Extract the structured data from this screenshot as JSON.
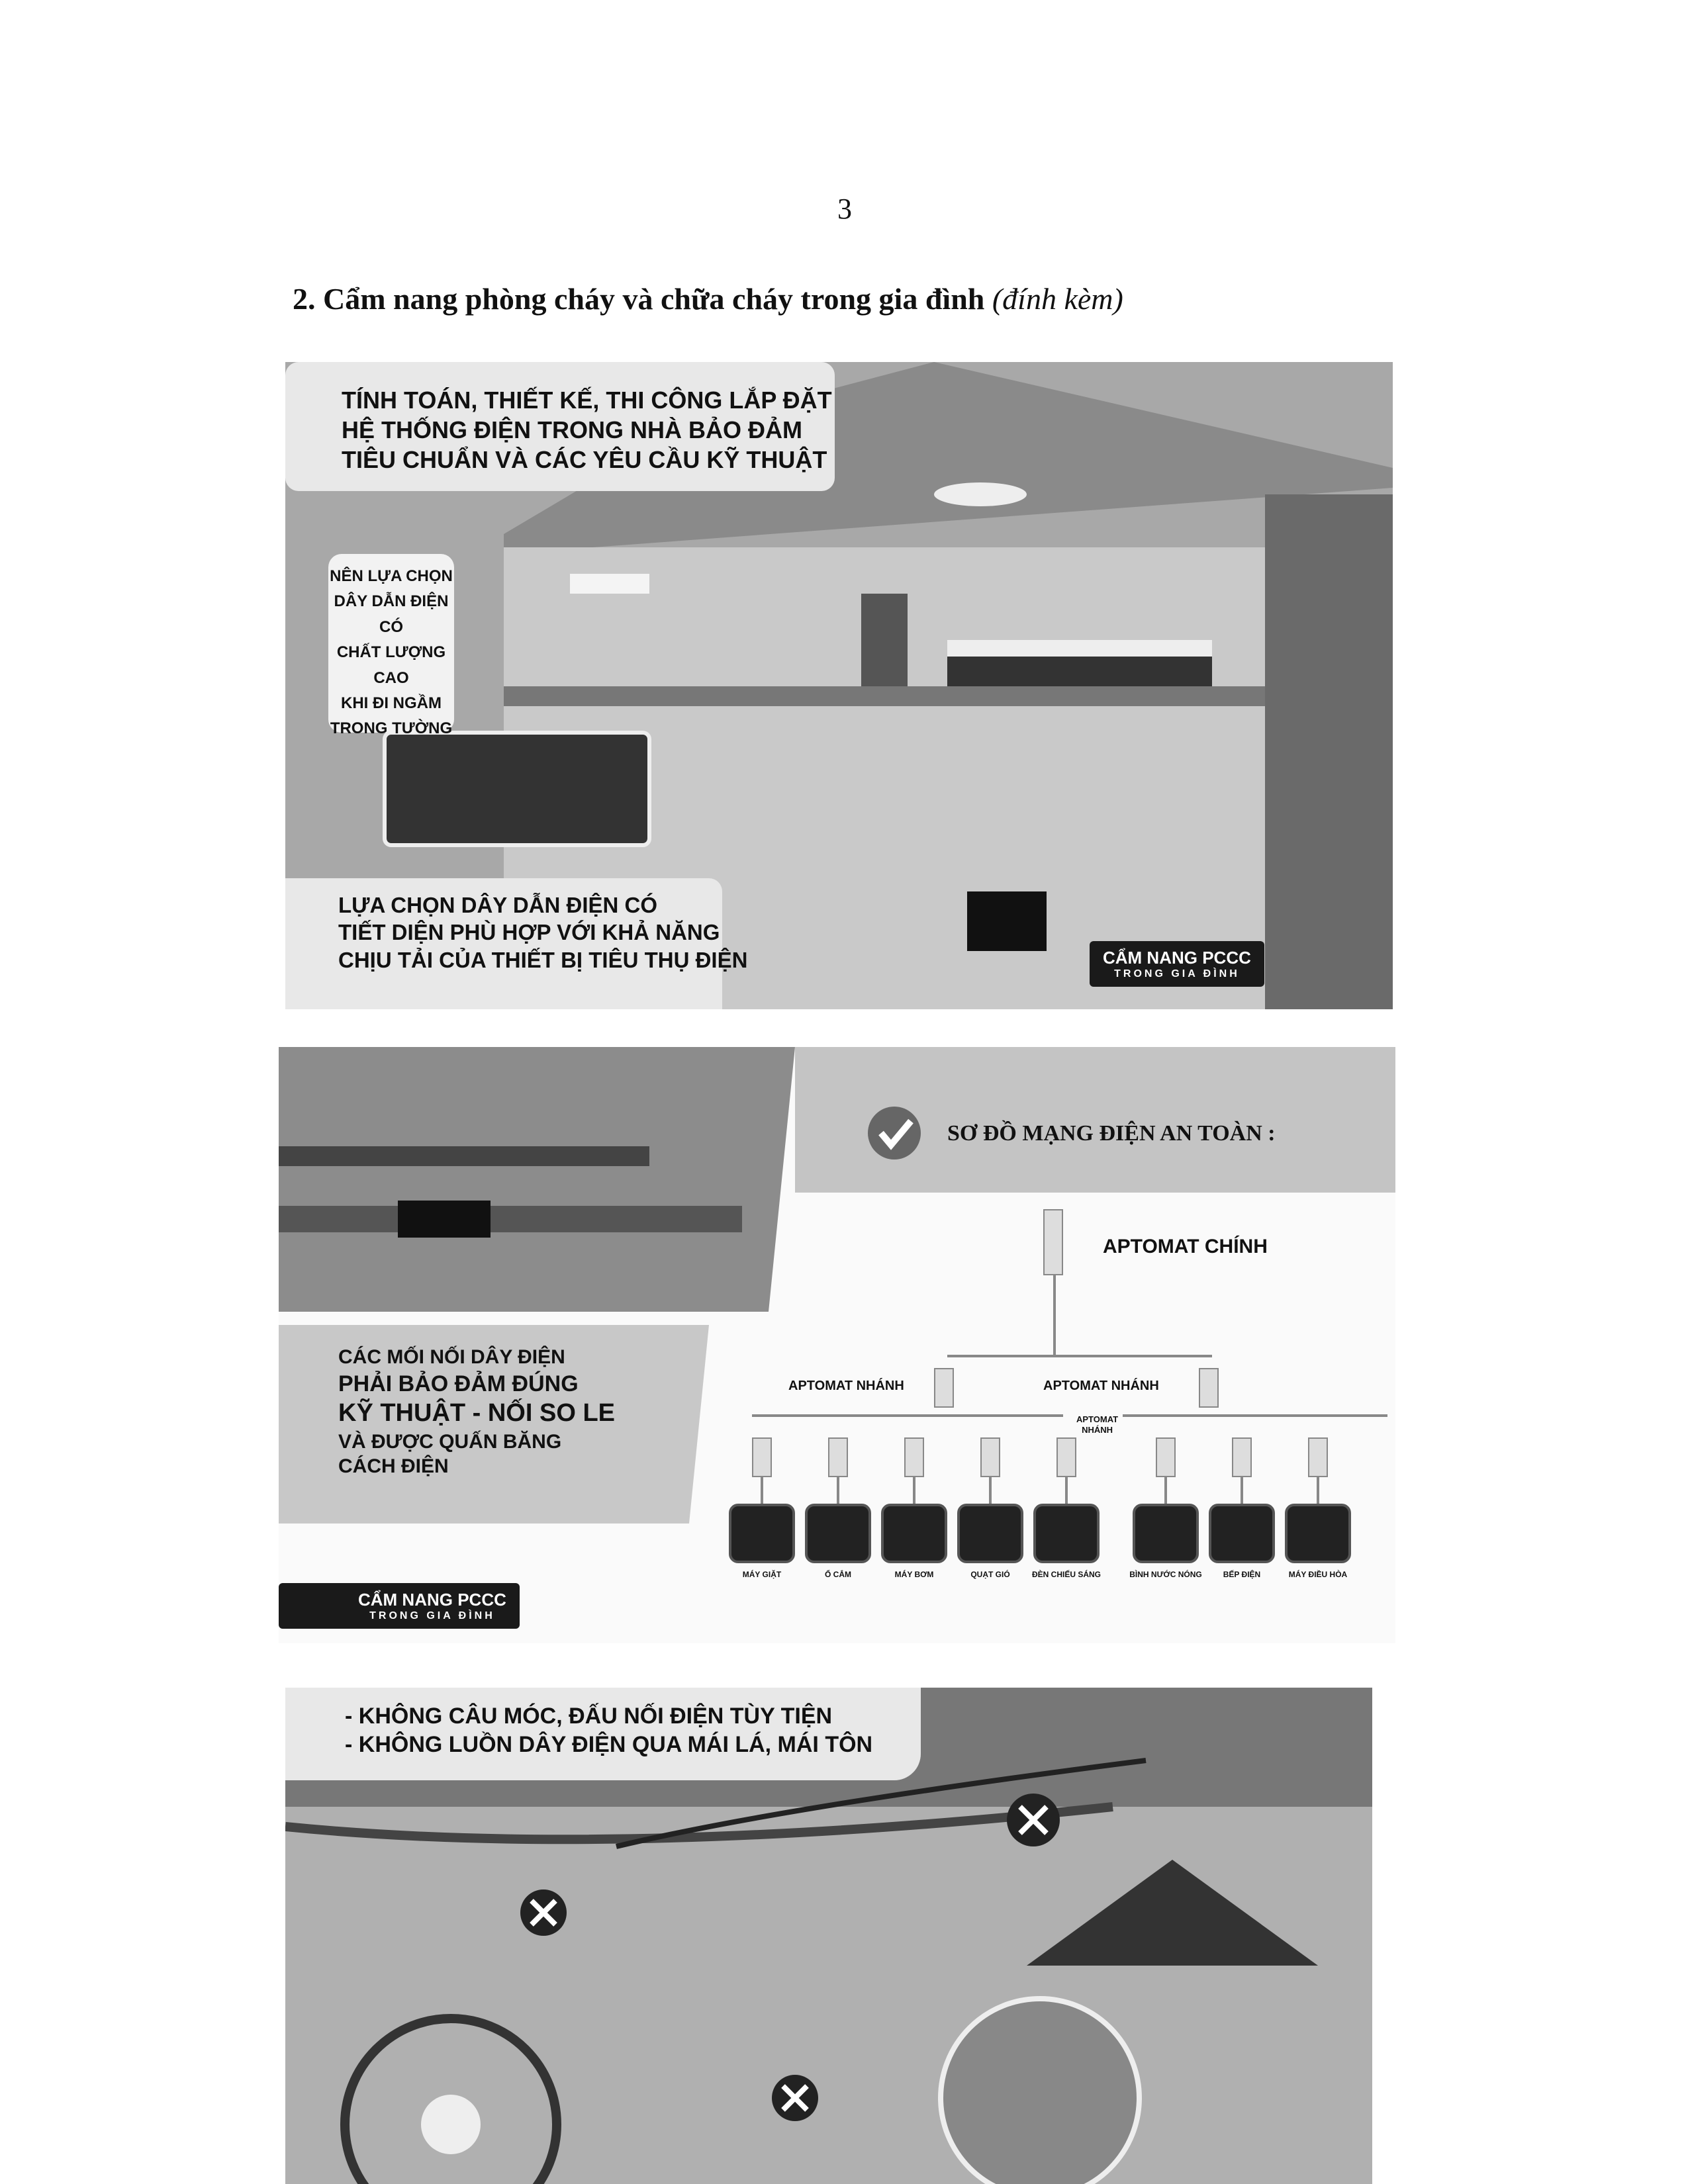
{
  "page_number": "3",
  "heading": {
    "text": "2. Cẩm nang phòng cháy và chữa cháy trong gia đình",
    "note": "(đính kèm)"
  },
  "panel1": {
    "top_caption": [
      "TÍNH TOÁN, THIẾT KẾ, THI CÔNG LẮP ĐẶT",
      "HỆ THỐNG ĐIỆN TRONG NHÀ BẢO ĐẢM",
      "TIÊU CHUẨN VÀ CÁC YÊU CẦU KỸ THUẬT"
    ],
    "side_caption": [
      "NÊN LỰA CHỌN",
      "DÂY DẪN ĐIỆN CÓ",
      "CHẤT LƯỢNG CAO",
      "KHI ĐI NGẦM",
      "TRONG TƯỜNG"
    ],
    "bottom_caption": [
      "LỰA CHỌN DÂY DẪN ĐIỆN CÓ",
      "TIẾT DIỆN PHÙ HỢP VỚI KHẢ NĂNG",
      "CHỊU TẢI CỦA THIẾT BỊ TIÊU THỤ ĐIỆN"
    ],
    "logo": {
      "title": "CẨM NANG PCCC",
      "subtitle": "TRONG GIA ĐÌNH"
    }
  },
  "panel2": {
    "title": "SƠ ĐỒ MẠNG ĐIỆN AN TOÀN :",
    "caption": [
      "CÁC MỐI NỐI DÂY ĐIỆN",
      "PHẢI BẢO ĐẢM ĐÚNG",
      "KỸ THUẬT - NỐI SO LE",
      "VÀ ĐƯỢC QUẤN BĂNG",
      "CÁCH ĐIỆN"
    ],
    "main_breaker": "APTOMAT CHÍNH",
    "branch_left": "APTOMAT NHÁNH",
    "branch_right": "APTOMAT NHÁNH",
    "branch_small": [
      "APTOMAT",
      "NHÁNH"
    ],
    "devices": [
      "MÁY GIẶT",
      "Ổ CẮM",
      "MÁY BƠM",
      "QUẠT GIÓ",
      "ĐÈN CHIẾU SÁNG",
      "BÌNH NƯỚC NÓNG",
      "BẾP ĐIỆN",
      "MÁY ĐIỀU HÒA"
    ],
    "logo": {
      "title": "CẨM NANG PCCC",
      "subtitle": "TRONG GIA ĐÌNH"
    }
  },
  "panel3": {
    "caption": [
      "- KHÔNG CÂU MÓC, ĐẤU NỐI ĐIỆN TÙY TIỆN",
      "- KHÔNG LUỒN DÂY ĐIỆN QUA MÁI LÁ, MÁI TÔN"
    ]
  }
}
